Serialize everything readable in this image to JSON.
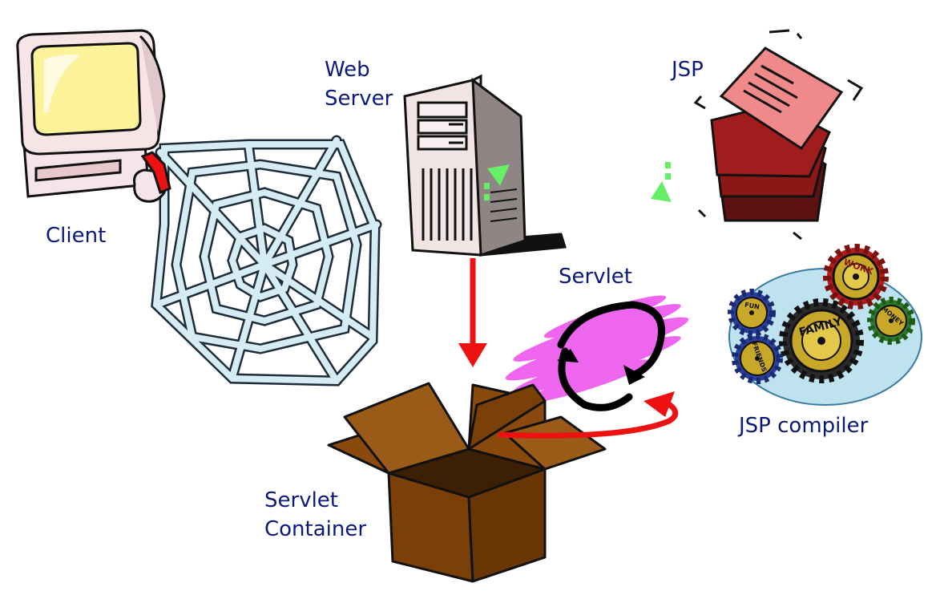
{
  "labels": {
    "client": "Client",
    "web_server_line1": "Web",
    "web_server_line2": "Server",
    "jsp": "JSP",
    "servlet": "Servlet",
    "jsp_compiler": "JSP compiler",
    "servlet_container_line1": "Servlet",
    "servlet_container_line2": "Container"
  },
  "gears": {
    "family": "FAMILY",
    "work": "WORK",
    "money": "MONEY",
    "fun": "FUN",
    "friends": "FRIENDS"
  },
  "icons": [
    "computer-icon",
    "spider-web-icon",
    "server-tower-icon",
    "documents-icon",
    "gears-icon",
    "box-icon",
    "servlet-spin-icon"
  ],
  "colors": {
    "label_text": "#0b1a7a",
    "arrow_red": "#ee1111",
    "box_brown": "#7b4008",
    "web_blue": "#d6ecf3",
    "servlet_magenta": "#ee66ee",
    "signal_green": "#66ee66",
    "doc_pink": "#f08a8a",
    "doc_red": "#a01d1d",
    "gear_gold": "#c8a828",
    "compiler_bg": "#bfe3ee"
  }
}
